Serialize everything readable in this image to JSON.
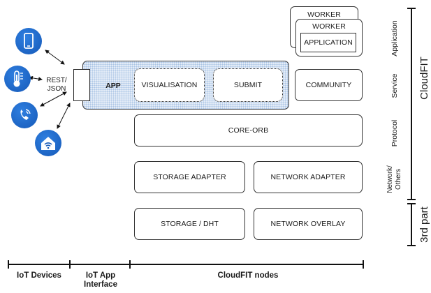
{
  "connector": {
    "label": "REST/\nJSON"
  },
  "app_panel": {
    "label": "APP",
    "visualisation": "VISUALISATION",
    "submit": "SUBMIT"
  },
  "community": "COMMUNITY",
  "workers": {
    "back": "WORKER",
    "front": "WORKER",
    "application": "APPLICATION"
  },
  "core_orb": "CORE-ORB",
  "storage_adapter": "STORAGE ADAPTER",
  "network_adapter": "NETWORK ADAPTER",
  "storage_dht": "STORAGE / DHT",
  "network_overlay": "NETWORK OVERLAY",
  "layers": {
    "application": "Application",
    "service": "Service",
    "protocol": "Protocol",
    "network_others": "Network/\nOthers"
  },
  "brackets": {
    "cloudfit": "CloudFIT",
    "third_part": "3rd part"
  },
  "bottom": {
    "iot_devices": "IoT Devices",
    "iot_app_interface": "IoT App\nInterface",
    "cloudfit_nodes": "CloudFIT nodes"
  },
  "icons": [
    "smartphone-icon",
    "thermometer-icon",
    "phone-icon",
    "smart-home-icon"
  ],
  "colors": {
    "icon_blue": "#1e6fd6",
    "app_panel_fill": "#e4ecf7"
  }
}
